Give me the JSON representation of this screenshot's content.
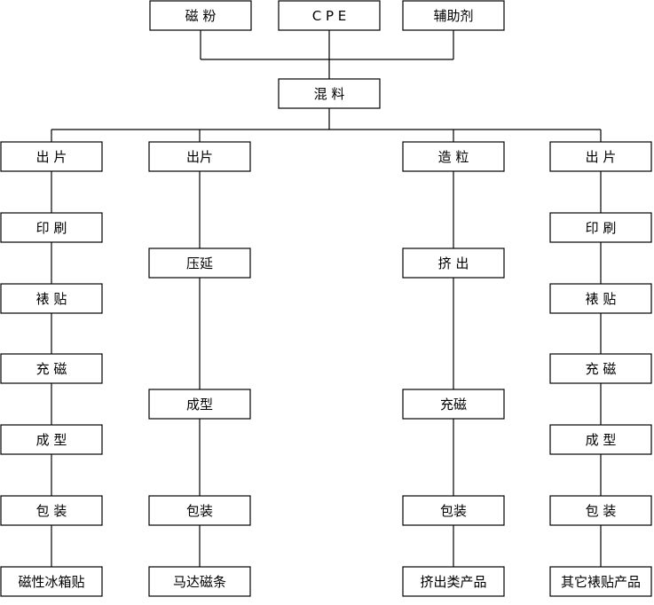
{
  "inputs": [
    "磁 粉",
    "C P E",
    "辅助剂"
  ],
  "mix": "混 料",
  "columns": [
    {
      "name": "magnet-fridge",
      "steps": [
        "出 片",
        "印 刷",
        "裱 贴",
        "充 磁",
        "成 型",
        "包 装",
        "磁性冰箱贴"
      ]
    },
    {
      "name": "motor-strip",
      "steps": [
        "出片",
        "压延",
        "成型",
        "包装",
        "马达磁条"
      ]
    },
    {
      "name": "extrusion",
      "steps": [
        "造 粒",
        "挤 出",
        "充磁",
        "包装",
        "挤出类产品"
      ]
    },
    {
      "name": "other-laminated",
      "steps": [
        "出 片",
        "印 刷",
        "裱 贴",
        "充 磁",
        "成 型",
        "包 装",
        "其它裱贴产品"
      ]
    }
  ]
}
